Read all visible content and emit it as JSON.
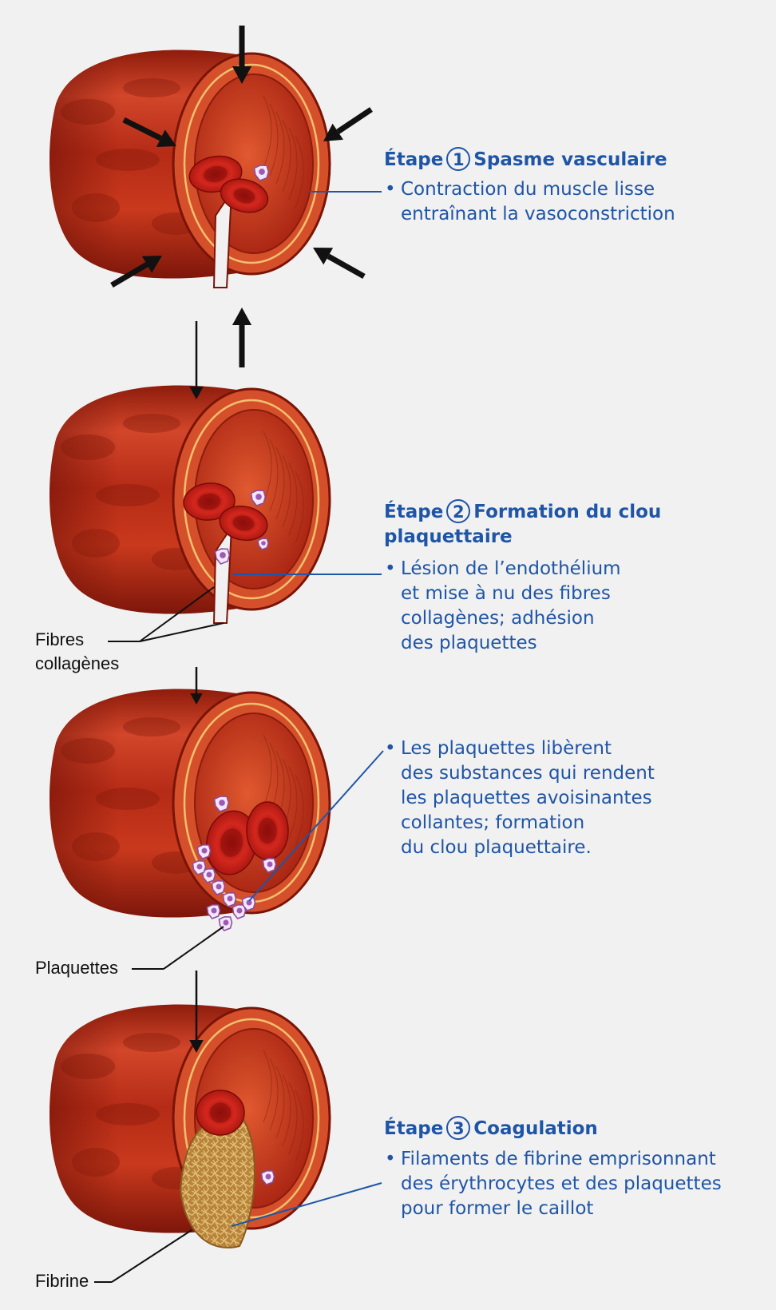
{
  "steps": [
    {
      "prefix": "Étape",
      "number": "1",
      "title": "Spasme vasculaire",
      "title_line2": "",
      "bullet": [
        "Contraction du muscle lisse",
        "entraînant la vasoconstriction"
      ]
    },
    {
      "prefix": "Étape",
      "number": "2",
      "title": "Formation du clou",
      "title_line2": "plaquettaire",
      "bullet": [
        "Lésion de l’endothélium",
        "et mise à nu des fibres",
        "collagènes; adhésion",
        "des plaquettes"
      ]
    },
    {
      "prefix": "",
      "number": "",
      "title": "",
      "title_line2": "",
      "bullet": [
        "Les plaquettes libèrent",
        "des substances qui rendent",
        "les plaquettes avoisinantes",
        "collantes; formation",
        "du clou plaquettaire."
      ]
    },
    {
      "prefix": "Étape",
      "number": "3",
      "title": "Coagulation",
      "title_line2": "",
      "bullet": [
        "Filaments de fibrine emprisonnant",
        "des érythrocytes et des plaquettes",
        "pour former le caillot"
      ]
    }
  ],
  "bullet_symbol": "•",
  "labels": {
    "fibres_line1": "Fibres",
    "fibres_line2": "collagènes",
    "plaquettes": "Plaquettes",
    "fibrine": "Fibrine"
  },
  "colors": {
    "text_blue": "#1f55a6",
    "vessel_red": "#c8331c",
    "vessel_dark": "#8e1c0c",
    "lumen": "#d2401e",
    "rbc": "#c81e18",
    "platelet": "#b07ac0",
    "fibrin": "#c89a4a",
    "background": "#f1f1f1"
  }
}
